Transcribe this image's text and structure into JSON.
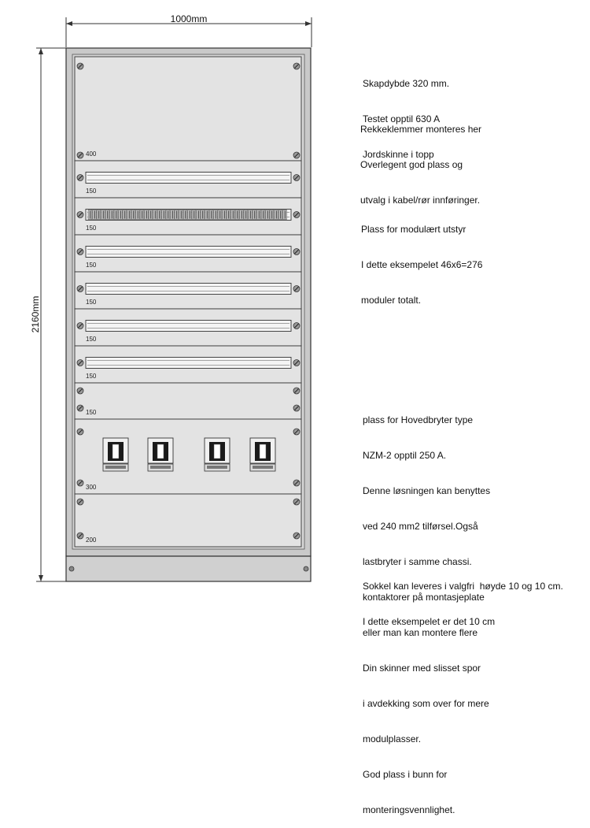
{
  "dimensions": {
    "width_label": "1000mm",
    "height_label": "2160mm"
  },
  "sections": [
    {
      "id": "top-plate",
      "label": "400",
      "kind": "blank"
    },
    {
      "id": "rail-1",
      "label": "150",
      "kind": "rail"
    },
    {
      "id": "rail-2",
      "label": "150",
      "kind": "rail-modules"
    },
    {
      "id": "rail-3",
      "label": "150",
      "kind": "rail"
    },
    {
      "id": "rail-4",
      "label": "150",
      "kind": "rail"
    },
    {
      "id": "rail-5",
      "label": "150",
      "kind": "rail"
    },
    {
      "id": "rail-6",
      "label": "150",
      "kind": "rail"
    },
    {
      "id": "blank-plate",
      "label": "150",
      "kind": "blank"
    },
    {
      "id": "breaker-plate",
      "label": "300",
      "kind": "breakers"
    },
    {
      "id": "bottom-plate",
      "label": "200",
      "kind": "blank"
    }
  ],
  "notes": {
    "cabinet": [
      "Skapdybde 320 mm.",
      "Testet opptil 630 A",
      "Jordskinne i topp"
    ],
    "terminals": [
      "Rekkeklemmer monteres her",
      "Overlegent god plass og",
      "utvalg i kabel/rør innføringer."
    ],
    "modular": [
      "Plass for modulært utstyr",
      "I dette eksempelet 46x6=276",
      "moduler totalt."
    ],
    "main_switch": [
      "plass for Hovedbryter type",
      "NZM-2 opptil 250 A.",
      "Denne løsningen kan benyttes",
      "ved 240 mm2 tilførsel.Også",
      "lastbryter i samme chassi.",
      "kontaktorer på montasjeplate",
      "eller man kan montere flere",
      "Din skinner med slisset spor",
      "i avdekking som over for mere",
      "modulplasser.",
      "God plass i bunn for",
      "monteringsvennlighet."
    ],
    "plinth": [
      "Sokkel kan leveres i valgfri  høyde 10 og 10 cm.",
      "I dette eksempelet er det 10 cm"
    ]
  },
  "colors": {
    "panel_fill": "#e3e3e3",
    "frame_fill": "#c9c9c9",
    "line": "#333333",
    "rail_fill": "#f4f4f4",
    "breaker_fill": "#f0f0f0",
    "breaker_dark": "#1a1a1a"
  }
}
